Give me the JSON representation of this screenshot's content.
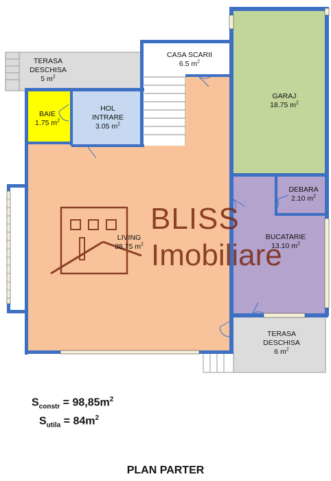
{
  "rooms": {
    "terasa_top": {
      "name_line1": "TERASA",
      "name_line2": "DESCHISA",
      "area": "5 m",
      "unit_exp": "2"
    },
    "casa_scarii": {
      "name": "CASA SCARII",
      "area": "6.5 m",
      "unit_exp": "2"
    },
    "garaj": {
      "name": "GARAJ",
      "area": "18.75 m",
      "unit_exp": "2"
    },
    "baie": {
      "name": "BAIE",
      "area": "1.75 m",
      "unit_exp": "2"
    },
    "hol_intrare": {
      "name_line1": "HOL",
      "name_line2": "INTRARE",
      "area": "3.05 m",
      "unit_exp": "2"
    },
    "debara": {
      "name": "DEBARA",
      "area": "2.10 m",
      "unit_exp": "2"
    },
    "living": {
      "name": "LIVING",
      "area": "38.75 m",
      "unit_exp": "2"
    },
    "bucatarie": {
      "name": "BUCATARIE",
      "area": "13.10 m",
      "unit_exp": "2"
    },
    "terasa_bottom": {
      "name_line1": "TERASA",
      "name_line2": "DESCHISA",
      "area": "6 m",
      "unit_exp": "2"
    }
  },
  "watermark": {
    "line1": "BLISS",
    "line2": "Imobiliare"
  },
  "summary": {
    "constr": {
      "symbol": "S",
      "sub": "constr",
      "value": " = 98,85m",
      "exp": "2"
    },
    "utila": {
      "symbol": "S",
      "sub": "utila",
      "value": " = 84m",
      "exp": "2"
    }
  },
  "title": "PLAN PARTER",
  "colors": {
    "wall": "#3d6fc2",
    "living": "#f8c39b",
    "garaj": "#c2d69b",
    "purple": "#b4a3cd",
    "baie": "#ffff00",
    "hol": "#c6d9f1",
    "terrace": "#dcdcdc",
    "watermark": "#7a2a14"
  }
}
